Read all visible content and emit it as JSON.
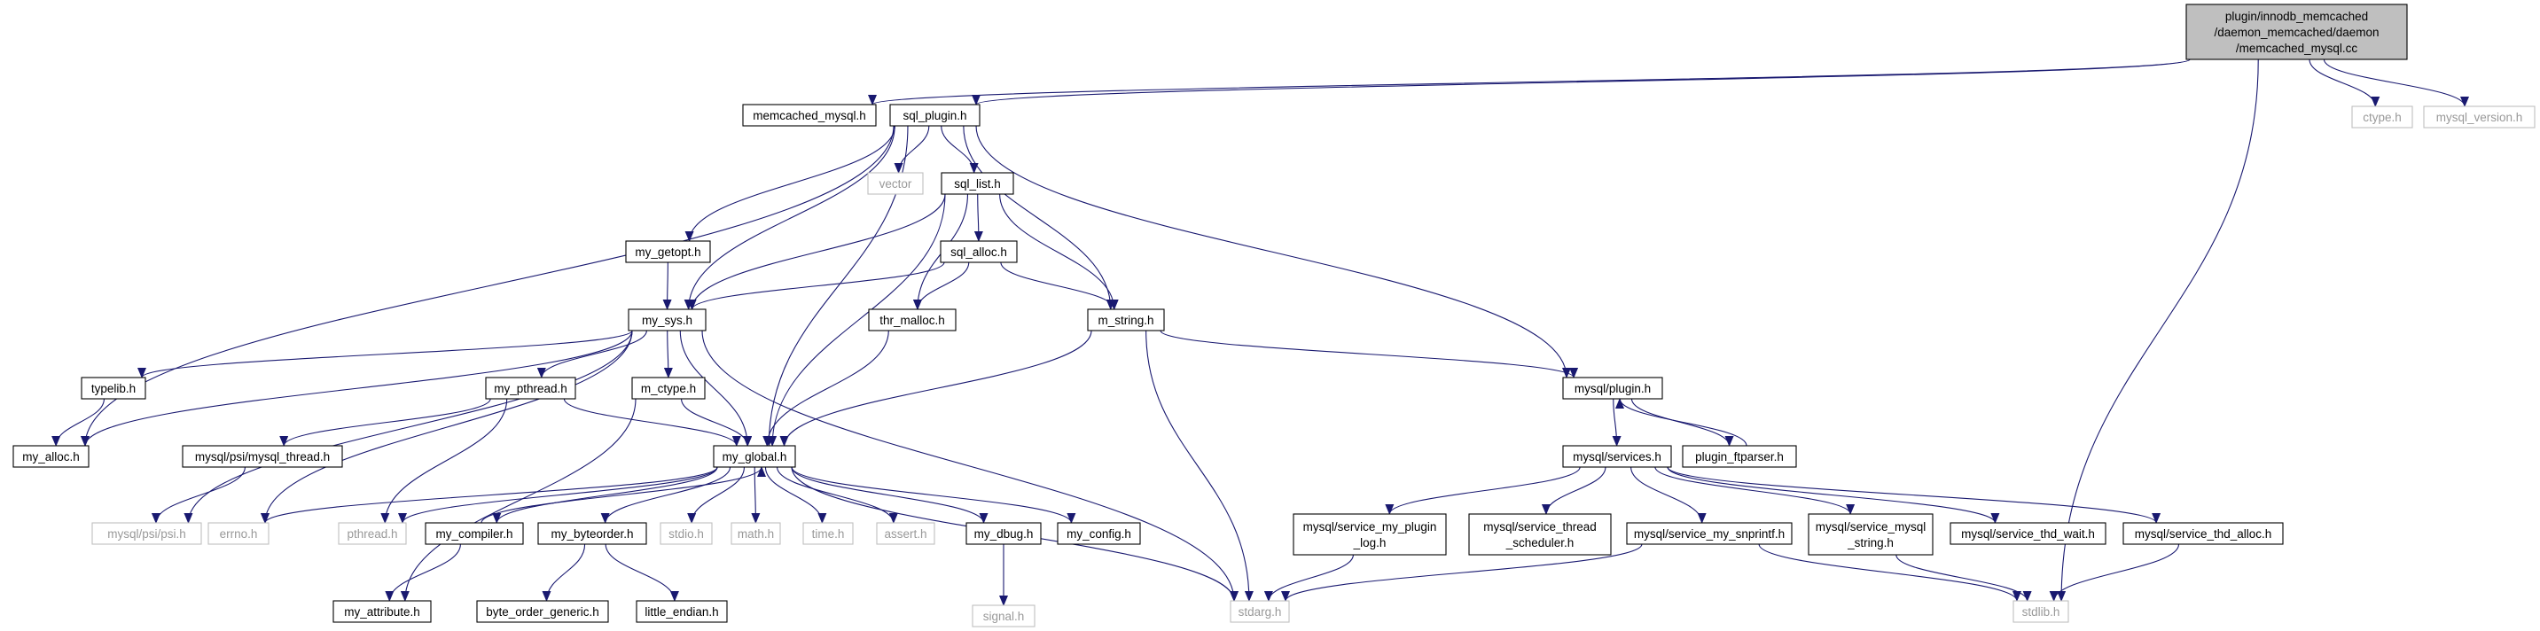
{
  "colors": {
    "edge": "#191970",
    "node_border": "#000000",
    "node_fill": "#ffffff",
    "root_fill": "#bfbfbf",
    "external_border": "#bfbfbf",
    "external_text": "#999999",
    "text": "#000000"
  },
  "nodes": {
    "root": [
      "plugin/innodb_memcached",
      "/daemon_memcached/daemon",
      "/memcached_mysql.cc"
    ],
    "memcached_mysql_h": [
      "memcached_mysql.h"
    ],
    "sql_plugin_h": [
      "sql_plugin.h"
    ],
    "ctype_h": [
      "ctype.h"
    ],
    "mysql_version_h": [
      "mysql_version.h"
    ],
    "vector": [
      "vector"
    ],
    "sql_list_h": [
      "sql_list.h"
    ],
    "my_getopt_h": [
      "my_getopt.h"
    ],
    "sql_alloc_h": [
      "sql_alloc.h"
    ],
    "my_sys_h": [
      "my_sys.h"
    ],
    "thr_malloc_h": [
      "thr_malloc.h"
    ],
    "m_string_h": [
      "m_string.h"
    ],
    "typelib_h": [
      "typelib.h"
    ],
    "my_pthread_h": [
      "my_pthread.h"
    ],
    "m_ctype_h": [
      "m_ctype.h"
    ],
    "mysql_plugin_h": [
      "mysql/plugin.h"
    ],
    "my_alloc_h": [
      "my_alloc.h"
    ],
    "mysql_thread_h": [
      "mysql/psi/mysql_thread.h"
    ],
    "my_global_h": [
      "my_global.h"
    ],
    "mysql_services_h": [
      "mysql/services.h"
    ],
    "plugin_ftparser_h": [
      "plugin_ftparser.h"
    ],
    "psi_h": [
      "mysql/psi/psi.h"
    ],
    "errno_h": [
      "errno.h"
    ],
    "pthread_h": [
      "pthread.h"
    ],
    "my_compiler_h": [
      "my_compiler.h"
    ],
    "my_byteorder_h": [
      "my_byteorder.h"
    ],
    "stdio_h": [
      "stdio.h"
    ],
    "math_h": [
      "math.h"
    ],
    "time_h": [
      "time.h"
    ],
    "assert_h": [
      "assert.h"
    ],
    "my_dbug_h": [
      "my_dbug.h"
    ],
    "my_config_h": [
      "my_config.h"
    ],
    "svc_plugin_log_h": [
      "mysql/service_my_plugin",
      "_log.h"
    ],
    "svc_thread_scheduler_h": [
      "mysql/service_thread",
      "_scheduler.h"
    ],
    "svc_snprintf_h": [
      "mysql/service_my_snprintf.h"
    ],
    "svc_mysql_string_h": [
      "mysql/service_mysql",
      "_string.h"
    ],
    "svc_thd_wait_h": [
      "mysql/service_thd_wait.h"
    ],
    "svc_thd_alloc_h": [
      "mysql/service_thd_alloc.h"
    ],
    "my_attribute_h": [
      "my_attribute.h"
    ],
    "byte_order_generic_h": [
      "byte_order_generic.h"
    ],
    "little_endian_h": [
      "little_endian.h"
    ],
    "signal_h": [
      "signal.h"
    ],
    "stdarg_h": [
      "stdarg.h"
    ],
    "stdlib_h": [
      "stdlib.h"
    ]
  }
}
